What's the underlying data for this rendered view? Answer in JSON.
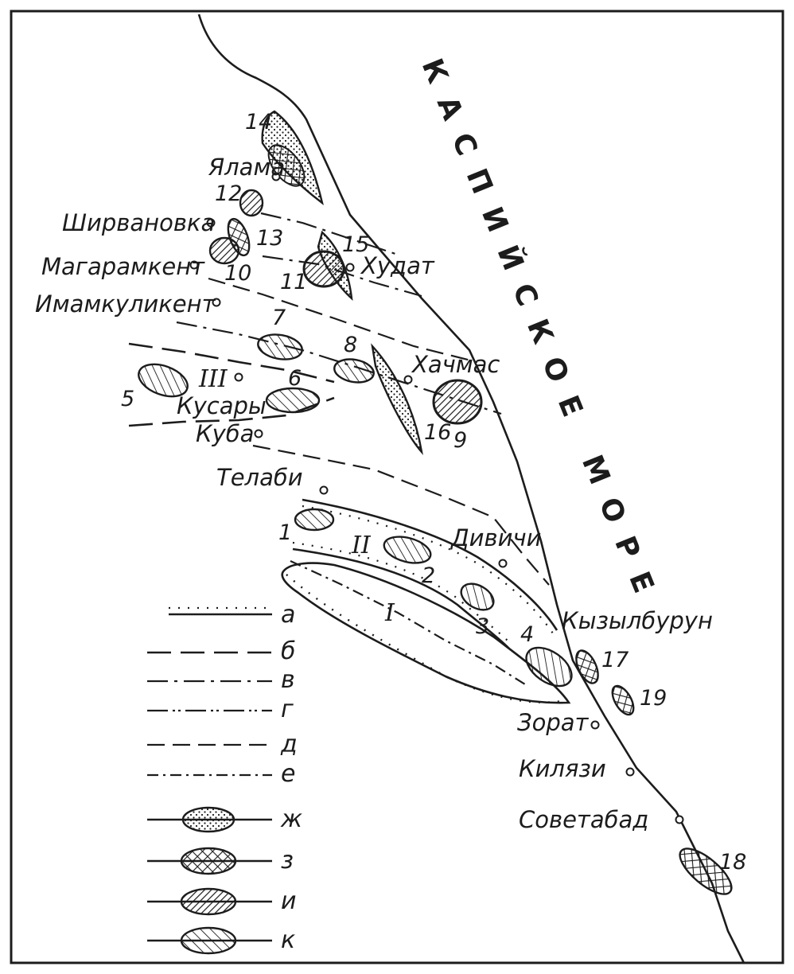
{
  "sea_label": "КАСПИЙСКОЕ МОРЕ",
  "towns": [
    "Ялама",
    "Ширвановка",
    "Магарамкент",
    "Худат",
    "Имамкуликент",
    "Хачмас",
    "Кусары",
    "Куба",
    "Телаби",
    "Дивичи",
    "Кызылбурун",
    "Зорат",
    "Килязи",
    "Советабад"
  ],
  "field_numbers": [
    "1",
    "2",
    "3",
    "4",
    "5",
    "6",
    "7",
    "8",
    "9",
    "10",
    "11",
    "12",
    "13",
    "14",
    "15",
    "16",
    "17",
    "18",
    "19"
  ],
  "zones": [
    "I",
    "II",
    "III"
  ],
  "legend": [
    "а",
    "б",
    "в",
    "г",
    "д",
    "е",
    "ж",
    "з",
    "и",
    "к"
  ],
  "colors": {
    "ink": "#1c1c1c",
    "paper": "#ffffff"
  }
}
